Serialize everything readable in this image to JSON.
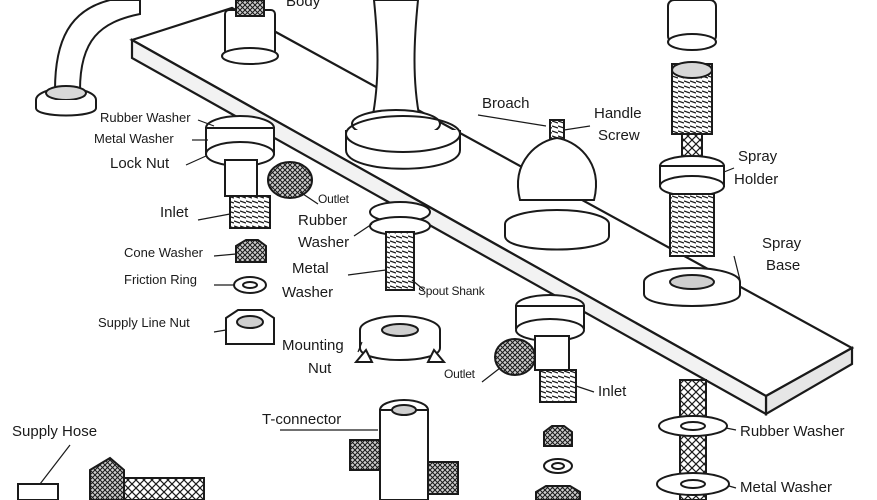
{
  "labels": {
    "body": "Body",
    "rubber_washer_top": "Rubber Washer",
    "metal_washer_top": "Metal Washer",
    "lock_nut": "Lock Nut",
    "inlet_left": "Inlet",
    "cone_washer": "Cone Washer",
    "friction_ring": "Friction Ring",
    "supply_line_nut": "Supply Line Nut",
    "supply_hose": "Supply Hose",
    "outlet_left": "Outlet",
    "rubber_washer_mid_1": "Rubber",
    "rubber_washer_mid_2": "Washer",
    "metal_washer_mid_1": "Metal",
    "metal_washer_mid_2": "Washer",
    "spout_shank": "Spout Shank",
    "mounting_nut_1": "Mounting",
    "mounting_nut_2": "Nut",
    "t_connector": "T-connector",
    "broach": "Broach",
    "handle_screw_1": "Handle",
    "handle_screw_2": "Screw",
    "spray_holder_1": "Spray",
    "spray_holder_2": "Holder",
    "spray_base_1": "Spray",
    "spray_base_2": "Base",
    "outlet_right": "Outlet",
    "inlet_right": "Inlet",
    "rubber_washer_right": "Rubber Washer",
    "metal_washer_right": "Metal Washer"
  },
  "colors": {
    "ink": "#1a1a1a",
    "shade": "#9a9a9a",
    "background": "#ffffff"
  }
}
